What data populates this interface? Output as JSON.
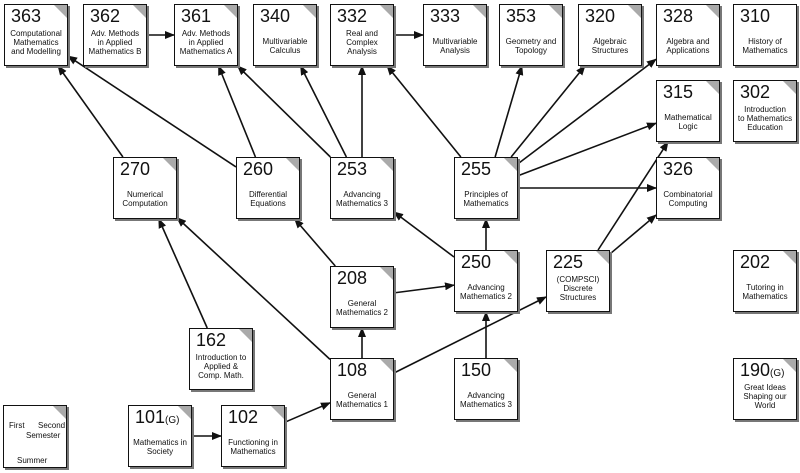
{
  "courses": {
    "c363": {
      "code": "363",
      "suffix": "",
      "title": "Computational\nMathematics\nand Modelling"
    },
    "c362": {
      "code": "362",
      "suffix": "",
      "title": "Adv. Methods\nin Applied\nMathematics B"
    },
    "c361": {
      "code": "361",
      "suffix": "",
      "title": "Adv. Methods\nin Applied\nMathematics A"
    },
    "c340": {
      "code": "340",
      "suffix": "",
      "title": "Multivariable\nCalculus"
    },
    "c332": {
      "code": "332",
      "suffix": "",
      "title": "Real and\nComplex\nAnalysis"
    },
    "c333": {
      "code": "333",
      "suffix": "",
      "title": "Multivariable\nAnalysis"
    },
    "c353": {
      "code": "353",
      "suffix": "",
      "title": "Geometry and\nTopology"
    },
    "c320": {
      "code": "320",
      "suffix": "",
      "title": "Algebraic\nStructures"
    },
    "c328": {
      "code": "328",
      "suffix": "",
      "title": "Algebra and\nApplications"
    },
    "c310": {
      "code": "310",
      "suffix": "",
      "title": "History of\nMathematics"
    },
    "c302": {
      "code": "302",
      "suffix": "",
      "title": "Introduction\nto Mathematics\nEducation"
    },
    "c315": {
      "code": "315",
      "suffix": "",
      "title": "Mathematical\nLogic"
    },
    "c326": {
      "code": "326",
      "suffix": "",
      "title": "Combinatorial\nComputing"
    },
    "c270": {
      "code": "270",
      "suffix": "",
      "title": "Numerical\nComputation"
    },
    "c260": {
      "code": "260",
      "suffix": "",
      "title": "Differential\nEquations"
    },
    "c253": {
      "code": "253",
      "suffix": "",
      "title": "Advancing\nMathematics 3"
    },
    "c255": {
      "code": "255",
      "suffix": "",
      "title": "Principles of\nMathematics"
    },
    "c208": {
      "code": "208",
      "suffix": "",
      "title": "General\nMathematics 2"
    },
    "c250": {
      "code": "250",
      "suffix": "",
      "title": "Advancing\nMathematics 2"
    },
    "c225": {
      "code": "225",
      "suffix": "",
      "title": "(COMPSCI)\nDiscrete\nStructures"
    },
    "c202": {
      "code": "202",
      "suffix": "",
      "title": "Tutoring in\nMathematics"
    },
    "c162": {
      "code": "162",
      "suffix": "",
      "title": "Introduction to\nApplied &\nComp. Math."
    },
    "c108": {
      "code": "108",
      "suffix": "",
      "title": "General\nMathematics 1"
    },
    "c150": {
      "code": "150",
      "suffix": "",
      "title": "Advancing\nMathematics 3"
    },
    "c190": {
      "code": "190",
      "suffix": "(G)",
      "title": "Great Ideas\nShaping our\nWorld"
    },
    "c101": {
      "code": "101",
      "suffix": "(G)",
      "title": "Mathematics in\nSociety"
    },
    "c102": {
      "code": "102",
      "suffix": "",
      "title": "Functioning in\nMathematics"
    }
  },
  "legend": {
    "first": "First",
    "second": "Second",
    "semester": "Semester",
    "summer": "Summer"
  },
  "edges": [
    [
      "c362",
      "c361"
    ],
    [
      "c332",
      "c333"
    ],
    [
      "c270",
      "c363"
    ],
    [
      "c260",
      "c363"
    ],
    [
      "c260",
      "c361"
    ],
    [
      "c253",
      "c361"
    ],
    [
      "c253",
      "c340"
    ],
    [
      "c253",
      "c332"
    ],
    [
      "c255",
      "c332"
    ],
    [
      "c255",
      "c353"
    ],
    [
      "c255",
      "c320"
    ],
    [
      "c255",
      "c328"
    ],
    [
      "c255",
      "c315"
    ],
    [
      "c255",
      "c326"
    ],
    [
      "c208",
      "c260"
    ],
    [
      "c250",
      "c253"
    ],
    [
      "c250",
      "c255"
    ],
    [
      "c208",
      "c250"
    ],
    [
      "c225",
      "c315"
    ],
    [
      "c225",
      "c326"
    ],
    [
      "c162",
      "c270"
    ],
    [
      "c108",
      "c270"
    ],
    [
      "c108",
      "c208"
    ],
    [
      "c108",
      "c225"
    ],
    [
      "c150",
      "c250"
    ],
    [
      "c101",
      "c102"
    ],
    [
      "c102",
      "c108"
    ]
  ]
}
